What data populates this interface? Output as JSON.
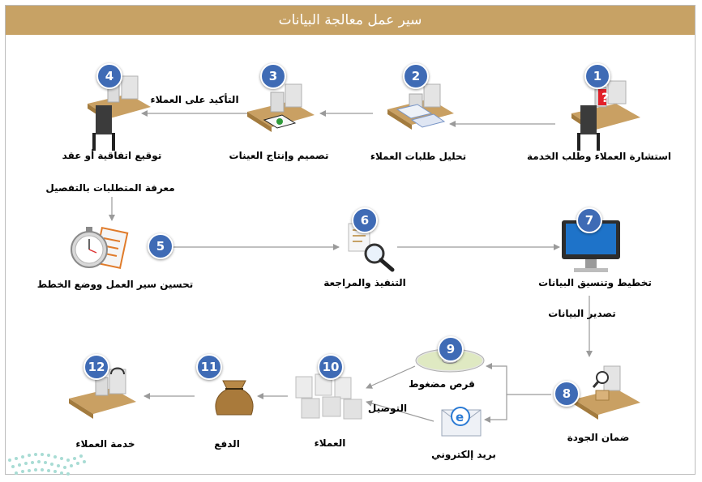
{
  "title": "سير عمل معالجة البيانات",
  "colors": {
    "title_bar": "#c7a265",
    "badge": "#3f6bb5",
    "arrow": "#9a9a9a"
  },
  "steps": [
    {
      "number": "1",
      "label": "استشارة العملاء وطلب الخدمة",
      "icon": "consultation-desk-icon"
    },
    {
      "number": "2",
      "label": "تحليل طلبات العملاء",
      "icon": "analysis-desk-icon"
    },
    {
      "number": "3",
      "label": "تصميم وإنتاج العينات",
      "icon": "design-desk-icon"
    },
    {
      "number": "4",
      "label": "توقيع اتفاقية أو عقد",
      "icon": "signing-desk-icon"
    },
    {
      "number": "5",
      "label": "تحسين سير العمل ووضع الخطط",
      "icon": "stopwatch-checklist-icon"
    },
    {
      "number": "6",
      "label": "التنفيذ والمراجعة",
      "icon": "magnifier-document-icon"
    },
    {
      "number": "7",
      "label": "تخطيط وتنسيق البيانات",
      "icon": "computer-monitor-icon"
    },
    {
      "number": "8",
      "label": "ضمان الجودة",
      "icon": "quality-inspection-icon"
    },
    {
      "number": "9",
      "label": "قرص مضغوط",
      "icon": "compact-disc-icon"
    },
    {
      "number": "10",
      "label": "العملاء",
      "icon": "customers-group-icon"
    },
    {
      "number": "11",
      "label": "الدفع",
      "icon": "money-bag-icon"
    },
    {
      "number": "12",
      "label": "خدمة العملاء",
      "icon": "customer-service-desk-icon"
    }
  ],
  "email": {
    "label": "بريد إلكتروني",
    "icon": "email-envelope-icon"
  },
  "connectors": {
    "confirm_clients": "التأكيد على العملاء",
    "detailed_requirements": "معرفة المتطلبات بالتفصيل",
    "export_data": "تصدير البيانات",
    "delivery": "التوصيل"
  }
}
